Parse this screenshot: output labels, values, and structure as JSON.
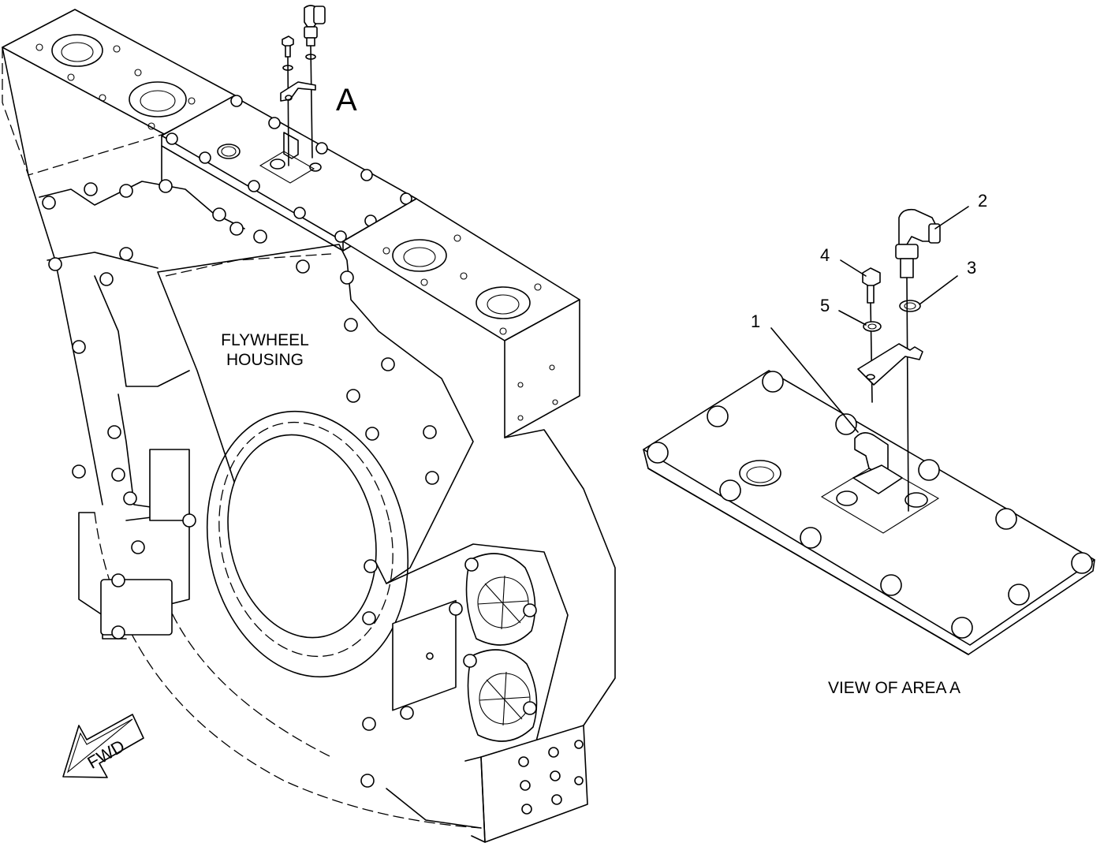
{
  "diagram": {
    "housing_label_line1": "FLYWHEEL",
    "housing_label_line2": "HOUSING",
    "area_marker": "A",
    "view_caption": "VIEW OF AREA A",
    "fwd_arrow_label": "FWD",
    "callouts": [
      "1",
      "2",
      "3",
      "4",
      "5"
    ]
  }
}
